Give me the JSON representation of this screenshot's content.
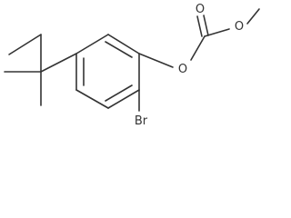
{
  "molecule": {
    "atom_labels": {
      "carbonyl_oxygen": "O",
      "methoxy_oxygen": "O",
      "aryl_oxygen": "O",
      "bromine": "Br"
    }
  },
  "colors": {
    "bond": "#333333",
    "label": "#333333",
    "background": "#ffffff"
  }
}
